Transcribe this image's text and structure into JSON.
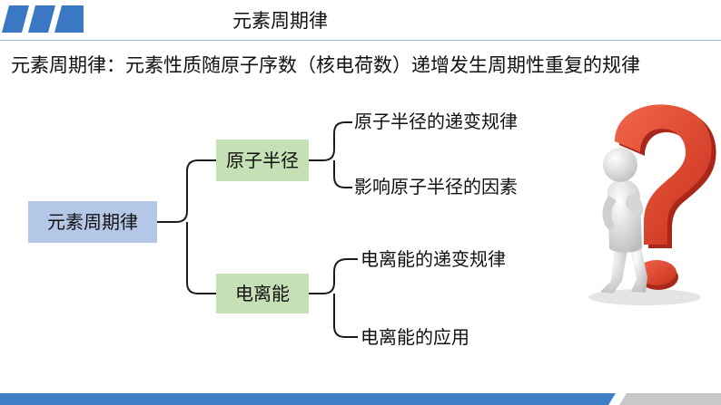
{
  "header": {
    "title": "元素周期律"
  },
  "definition": "元素周期律：元素性质随原子序数（核电荷数）递增发生周期性重复的规律",
  "mindmap": {
    "root": "元素周期律",
    "branches": [
      {
        "label": "原子半径",
        "children": [
          "原子半径的递变规律",
          "影响原子半径的因素"
        ]
      },
      {
        "label": "电离能",
        "children": [
          "电离能的递变规律",
          "电离能的应用"
        ]
      }
    ]
  },
  "colors": {
    "header_stripes": "#3b78c4",
    "root_box": "#b4c7e7",
    "branch_box": "#c5e0b4",
    "connector": "#1c1c1c",
    "question_mark": "#e0442c",
    "footer_blue": "#3f7fc8",
    "footer_grey": "#c8c8c8"
  },
  "illustration": {
    "icon": "thinking-figure-question-mark-icon"
  }
}
